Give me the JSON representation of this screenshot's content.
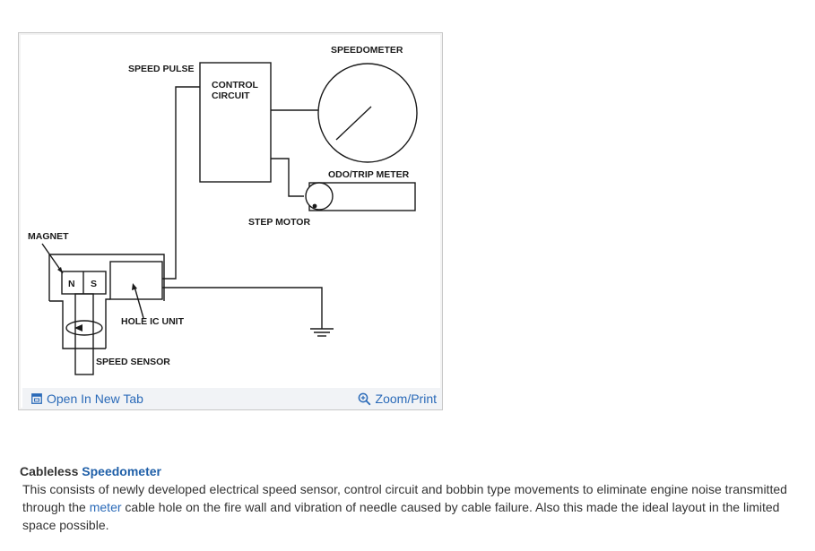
{
  "diagram": {
    "labels": {
      "speedometer": "SPEEDOMETER",
      "speed_pulse": "SPEED PULSE",
      "control_circuit_line1": "CONTROL",
      "control_circuit_line2": "CIRCUIT",
      "odo_trip_meter": "ODO/TRIP METER",
      "step_motor": "STEP MOTOR",
      "magnet": "MAGNET",
      "pole_n": "N",
      "pole_s": "S",
      "hole_ic_unit": "HOLE IC UNIT",
      "speed_sensor": "SPEED SENSOR"
    }
  },
  "toolbar": {
    "open_new_tab": "Open In New Tab",
    "zoom_print": "Zoom/Print"
  },
  "caption": {
    "title_plain": "Cableless ",
    "title_link": "Speedometer",
    "body_before_link": " This consists of newly developed electrical speed sensor, control circuit and bobbin type movements to eliminate engine noise transmitted through the ",
    "body_link": "meter",
    "body_after_link": " cable hole on the fire wall and vibration of needle caused by cable failure. Also this made the ideal layout in the limited space possible."
  },
  "colors": {
    "link": "#2a6ab8",
    "toolbar_bg": "#f1f3f6",
    "diagram_ink": "#1a1a1a"
  }
}
